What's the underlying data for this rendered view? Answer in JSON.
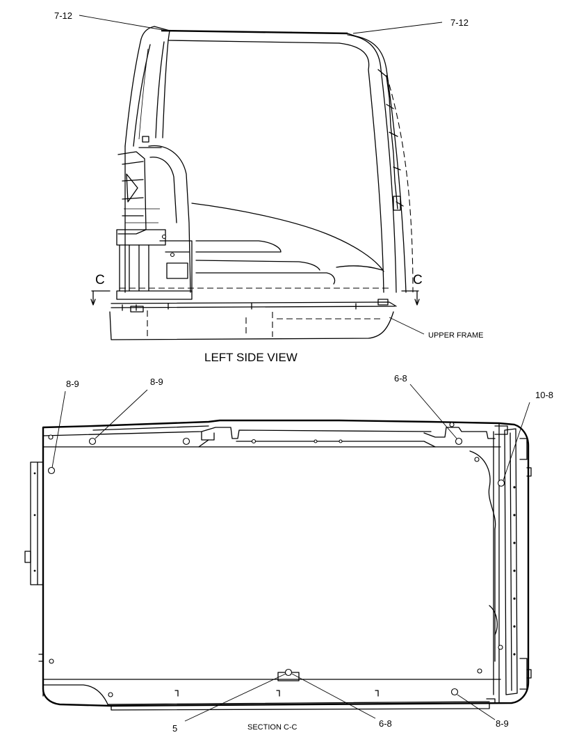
{
  "views": {
    "side_view": {
      "title": "LEFT SIDE VIEW",
      "label_upper_frame": "UPPER FRAME",
      "section_letter_left": "C",
      "section_letter_right": "C",
      "callout_top_left": "7-12",
      "callout_top_right": "7-12"
    },
    "section_view": {
      "title": "SECTION C-C",
      "callout_top_left_a": "8-9",
      "callout_top_left_b": "8-9",
      "callout_top_mid_right": "6-8",
      "callout_top_right": "10-8",
      "callout_bottom_left": "5",
      "callout_bottom_mid": "6-8",
      "callout_bottom_right": "8-9"
    }
  }
}
